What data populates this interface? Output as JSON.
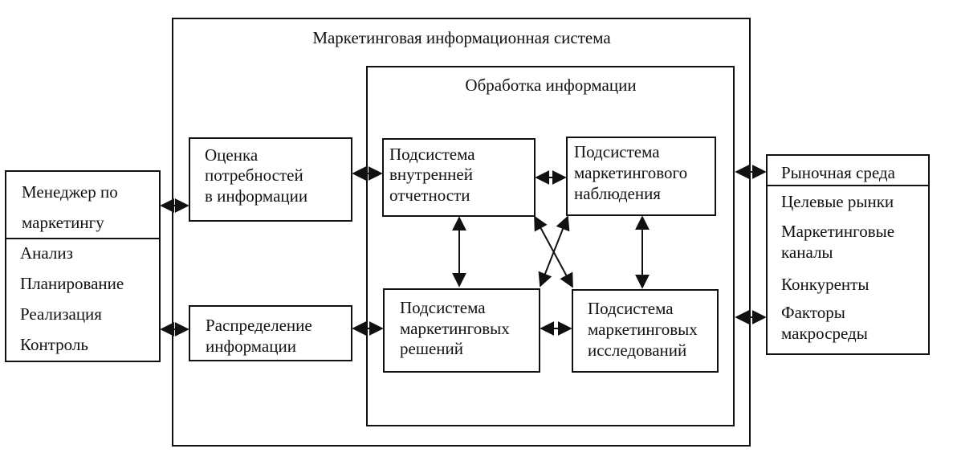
{
  "diagram": {
    "outer_title": "Маркетинговая информационная система",
    "inner_title": "Обработка информации",
    "manager": {
      "title_lines": [
        "Менеджер по",
        "маркетингу"
      ],
      "items": [
        "Анализ",
        "Планирование",
        "Реализация",
        "Контроль"
      ]
    },
    "needs_assessment": {
      "lines": [
        "Оценка",
        "потребностей",
        "в информации"
      ]
    },
    "distribution": {
      "lines": [
        "Распределение",
        "информации"
      ]
    },
    "internal_reporting": {
      "lines": [
        "Подсистема",
        "внутренней",
        "отчетности"
      ]
    },
    "intelligence": {
      "lines": [
        "Подсистема",
        "маркетингового",
        "наблюдения"
      ]
    },
    "decisions": {
      "lines": [
        "Подсистема",
        "маркетинговых",
        "решений"
      ]
    },
    "research": {
      "lines": [
        "Подсистема",
        "маркетинговых",
        "исследований"
      ]
    },
    "environment": {
      "title": "Рыночная среда",
      "items": [
        "Целевые рынки",
        "Маркетинговые",
        "каналы",
        "Конкуренты",
        "Факторы",
        "макросреды"
      ]
    }
  }
}
